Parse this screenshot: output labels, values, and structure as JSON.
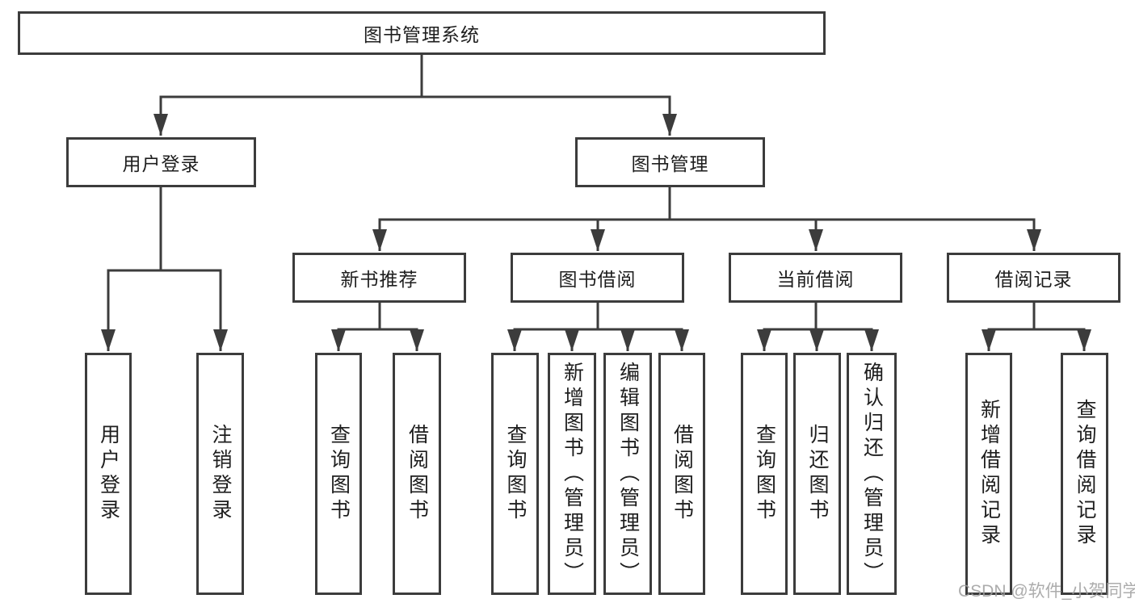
{
  "watermark": "CSDN @软件_小贺同学",
  "tree": {
    "root": "图书管理系统",
    "user": {
      "label": "用户登录",
      "children": [
        "用户登录",
        "注销登录"
      ]
    },
    "book": {
      "label": "图书管理",
      "groups": [
        {
          "label": "新书推荐",
          "children": [
            "查询图书",
            "借阅图书"
          ]
        },
        {
          "label": "图书借阅",
          "children": [
            "查询图书",
            "新增图书（管理员）",
            "编辑图书（管理员）",
            "借阅图书"
          ]
        },
        {
          "label": "当前借阅",
          "children": [
            "查询图书",
            "归还图书",
            "确认归还（管理员）"
          ]
        },
        {
          "label": "借阅记录",
          "children": [
            "新增借阅记录",
            "查询借阅记录"
          ]
        }
      ]
    }
  },
  "colors": {
    "line": "#3c3c3c",
    "text": "#1e1e1e",
    "background": "#ffffff"
  }
}
